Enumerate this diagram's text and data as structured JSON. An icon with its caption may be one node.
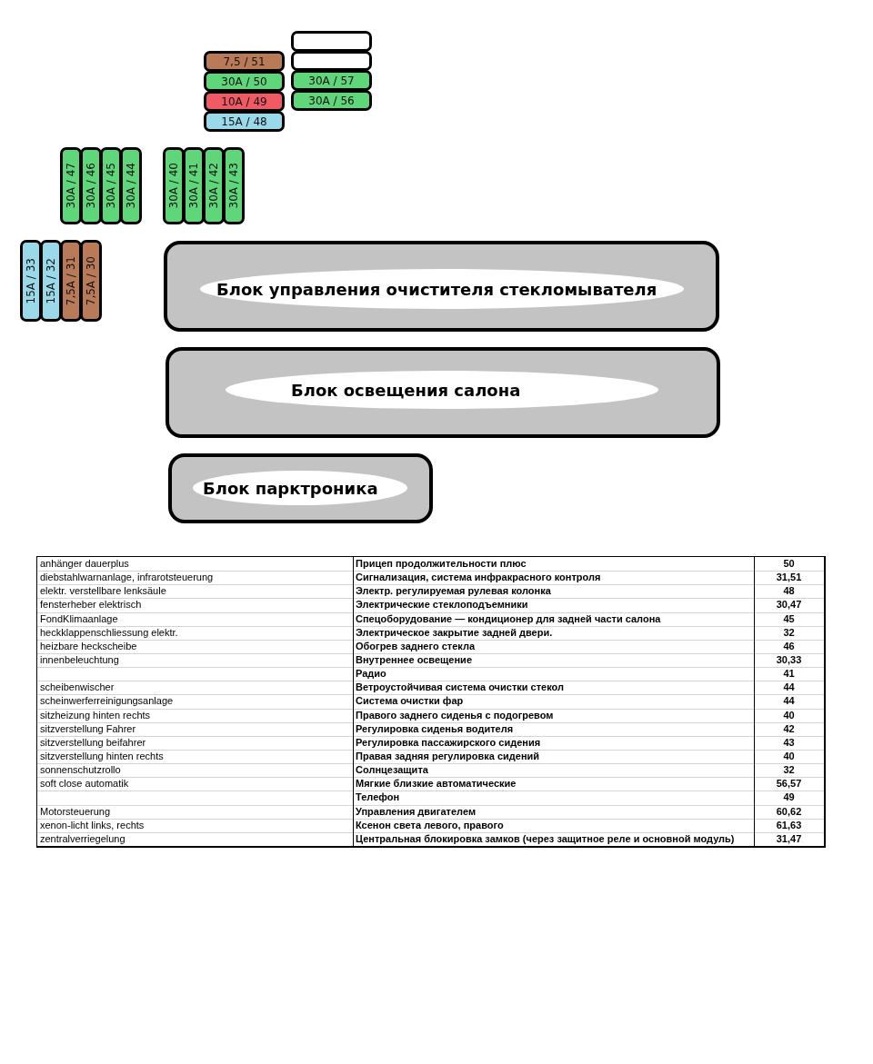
{
  "diagram": {
    "nodes": [
      {
        "text": [],
        "shape": "box"
      },
      {
        "text": [
          "7,5 / 51"
        ]
      },
      {
        "text": [],
        "shape": "box"
      },
      {
        "text": [
          "30A / 50"
        ]
      },
      {
        "text": [
          "30A / 57"
        ]
      },
      {
        "text": [
          "10A / 49"
        ]
      },
      {
        "text": [
          "30A / 56"
        ]
      },
      {
        "text": [
          "15A / 48"
        ]
      },
      {
        "text": [
          "30A / 47"
        ]
      },
      {
        "text": [
          "30A / 46"
        ]
      },
      {
        "text": [
          "30A / 45"
        ]
      },
      {
        "text": [
          "30A / 44"
        ]
      },
      {
        "text": [
          "30A / 40"
        ]
      },
      {
        "text": [
          "30A / 41"
        ]
      },
      {
        "text": [
          "30A / 42"
        ]
      },
      {
        "text": [
          "30A / 43"
        ]
      },
      {
        "text": [
          "15A / 33"
        ]
      },
      {
        "text": [
          "15A / 32"
        ]
      },
      {
        "text": [
          "7,5A / 31"
        ]
      },
      {
        "text": [
          "7,5A / 30"
        ]
      },
      {
        "text": [
          "Блок управления очистителя стекломывателя"
        ]
      },
      {
        "text": [
          "Блок освещения салона"
        ]
      },
      {
        "text": [
          "Блок парктроника"
        ]
      }
    ],
    "labels": [
      "anhänger dauerplus",
      "Прицеп продолжительности плюс",
      "50",
      "diebstahlwarnanlage, infrarotsteuerung",
      "Сигнализация, система инфракрасного контроля",
      "31,51",
      "elektr. verstellbare lenksäule",
      "Электр. регулируемая рулевая колонка",
      "48",
      "fensterheber elektrisch",
      "Электрические стеклоподъемники",
      "30,47",
      "FondKlimaanlage",
      "Спецоборудование — кондиционер для задней части салона",
      "45",
      "heckklappenschliessung elektr.",
      "Электрическое закрытие задней двери.",
      "32",
      "heizbare heckscheibe",
      "Обогрев заднего стекла",
      "46",
      "innenbeleuchtung",
      "Внутреннее освещение",
      "30,33",
      "Радио",
      "41",
      "scheibenwischer",
      "Ветроустойчивая система очистки стекол",
      "44",
      "scheinwerferreinigungsanlage",
      "Система очистки фар",
      "44",
      "sitzheizung hinten rechts",
      "Правого заднего сиденья с подогревом",
      "40",
      "sitzverstellung Fahrer",
      "Регулировка сиденья водителя",
      "42",
      "sitzverstellung beifahrer",
      "Регулировка пассажирского сидения",
      "43",
      "sitzverstellung hinten rechts",
      "Правая задняя регулировка сидений",
      "40",
      "sonnenschutzrollo",
      "Солнцезащита",
      "32",
      "soft close automatik",
      "Мягкие близкие автоматические",
      "56,57",
      "Телефон",
      "49",
      "Motorsteuerung",
      "Управления двигателем",
      "60,62",
      "xenon-licht links, rechts",
      "Ксенон света левого, правого",
      "61,63",
      "zentralverriegelung",
      "Центральная блокировка замков (через защитное реле и основной модуль)",
      "31,47"
    ]
  }
}
